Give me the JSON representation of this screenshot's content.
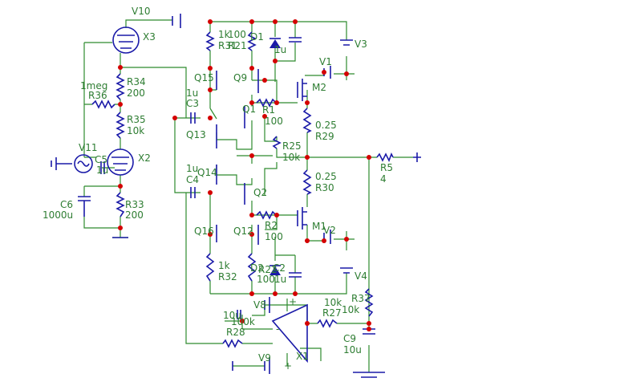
{
  "schematic": {
    "colors": {
      "wire": "#2e8b2e",
      "component": "#1a1aa8",
      "junction": "#d40000",
      "label": "#2e7d32"
    },
    "labels": [
      {
        "id": "v10",
        "text": "V10"
      },
      {
        "id": "x3",
        "text": "X3"
      },
      {
        "id": "meg1",
        "text": "1meg"
      },
      {
        "id": "r36",
        "text": "R36"
      },
      {
        "id": "r34",
        "text": "R34"
      },
      {
        "id": "r34v",
        "text": "200"
      },
      {
        "id": "r35",
        "text": "R35"
      },
      {
        "id": "r35v",
        "text": "10k"
      },
      {
        "id": "v11",
        "text": "V11"
      },
      {
        "id": "c5",
        "text": "C5"
      },
      {
        "id": "c5v",
        "text": "1u"
      },
      {
        "id": "x2",
        "text": "X2"
      },
      {
        "id": "c6",
        "text": "C6"
      },
      {
        "id": "c6v",
        "text": "1000u"
      },
      {
        "id": "r33",
        "text": "R33"
      },
      {
        "id": "r33v",
        "text": "200"
      },
      {
        "id": "r31v",
        "text": "1k"
      },
      {
        "id": "r31",
        "text": "R31"
      },
      {
        "id": "r21v",
        "text": "100"
      },
      {
        "id": "r21",
        "text": "R21"
      },
      {
        "id": "d1",
        "text": "D1"
      },
      {
        "id": "c1v",
        "text": "1u"
      },
      {
        "id": "v3",
        "text": "V3"
      },
      {
        "id": "v1",
        "text": "V1"
      },
      {
        "id": "q15",
        "text": "Q15"
      },
      {
        "id": "q9",
        "text": "Q9"
      },
      {
        "id": "m2",
        "text": "M2"
      },
      {
        "id": "c3v",
        "text": "1u"
      },
      {
        "id": "c3",
        "text": "C3"
      },
      {
        "id": "q1",
        "text": "Q1"
      },
      {
        "id": "r1",
        "text": "R1"
      },
      {
        "id": "r1v",
        "text": "100"
      },
      {
        "id": "r29v",
        "text": "0.25"
      },
      {
        "id": "r29",
        "text": "R29"
      },
      {
        "id": "q13",
        "text": "Q13"
      },
      {
        "id": "r25",
        "text": "R25"
      },
      {
        "id": "r25v",
        "text": "10k"
      },
      {
        "id": "c4v",
        "text": "1u"
      },
      {
        "id": "q14",
        "text": "Q14"
      },
      {
        "id": "c4",
        "text": "C4"
      },
      {
        "id": "r30v",
        "text": "0.25"
      },
      {
        "id": "r30",
        "text": "R30"
      },
      {
        "id": "r5",
        "text": "R5"
      },
      {
        "id": "r5v",
        "text": "4"
      },
      {
        "id": "q2",
        "text": "Q2"
      },
      {
        "id": "q16",
        "text": "Q16"
      },
      {
        "id": "q12",
        "text": "Q12"
      },
      {
        "id": "r2",
        "text": "R2"
      },
      {
        "id": "r2v",
        "text": "100"
      },
      {
        "id": "m1",
        "text": "M1"
      },
      {
        "id": "v2",
        "text": "V2"
      },
      {
        "id": "r32v",
        "text": "1k"
      },
      {
        "id": "r32",
        "text": "R32"
      },
      {
        "id": "d2",
        "text": "D2"
      },
      {
        "id": "r22",
        "text": "R22"
      },
      {
        "id": "c2",
        "text": "C2"
      },
      {
        "id": "r22v",
        "text": "100"
      },
      {
        "id": "c2v",
        "text": "1u"
      },
      {
        "id": "v4",
        "text": "V4"
      },
      {
        "id": "v8",
        "text": "V8"
      },
      {
        "id": "c10v",
        "text": "10u"
      },
      {
        "id": "r28v",
        "text": "100k"
      },
      {
        "id": "r28",
        "text": "R28"
      },
      {
        "id": "r27v",
        "text": "10k"
      },
      {
        "id": "r27",
        "text": "R27"
      },
      {
        "id": "r37",
        "text": "R37"
      },
      {
        "id": "r37v",
        "text": "10k"
      },
      {
        "id": "c9",
        "text": "C9"
      },
      {
        "id": "c9v",
        "text": "10u"
      },
      {
        "id": "v9",
        "text": "V9"
      },
      {
        "id": "x1",
        "text": "X1"
      },
      {
        "id": "plus1",
        "text": "+"
      },
      {
        "id": "minus1",
        "text": "-"
      },
      {
        "id": "plus2",
        "text": "+"
      }
    ]
  }
}
